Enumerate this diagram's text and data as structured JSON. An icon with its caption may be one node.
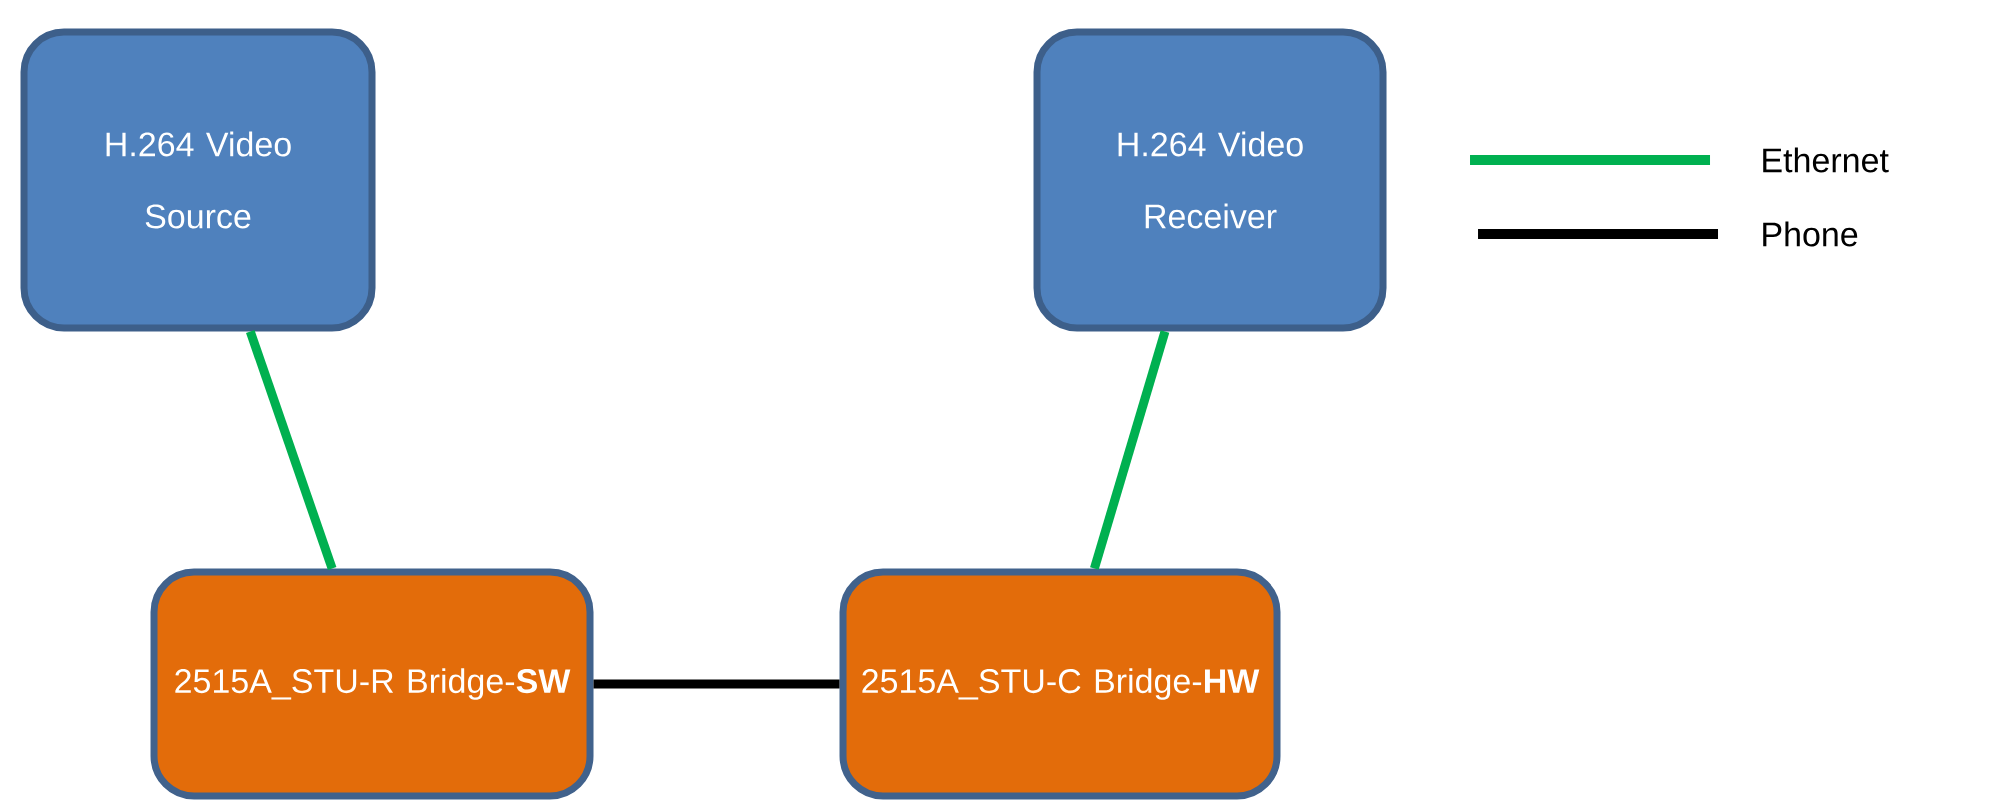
{
  "diagram": {
    "nodes": [
      {
        "text": [
          "H.264 Video Source"
        ]
      },
      {
        "text": [
          "H.264 Video Receiver"
        ]
      },
      {
        "text": [
          "2515A_STU-R Bridge-**SW**"
        ]
      },
      {
        "text": [
          "2515A_STU-C Bridge-**HW**"
        ]
      }
    ],
    "edges": [
      {
        "from": 0,
        "to": 2,
        "arrow": "none"
      },
      {
        "from": 1,
        "to": 3,
        "arrow": "none"
      },
      {
        "from": 2,
        "to": 3,
        "arrow": "none",
        "color": "#000000"
      }
    ],
    "legend": [
      {
        "text": "Ethernet"
      },
      {
        "text": "Phone"
      }
    ]
  }
}
